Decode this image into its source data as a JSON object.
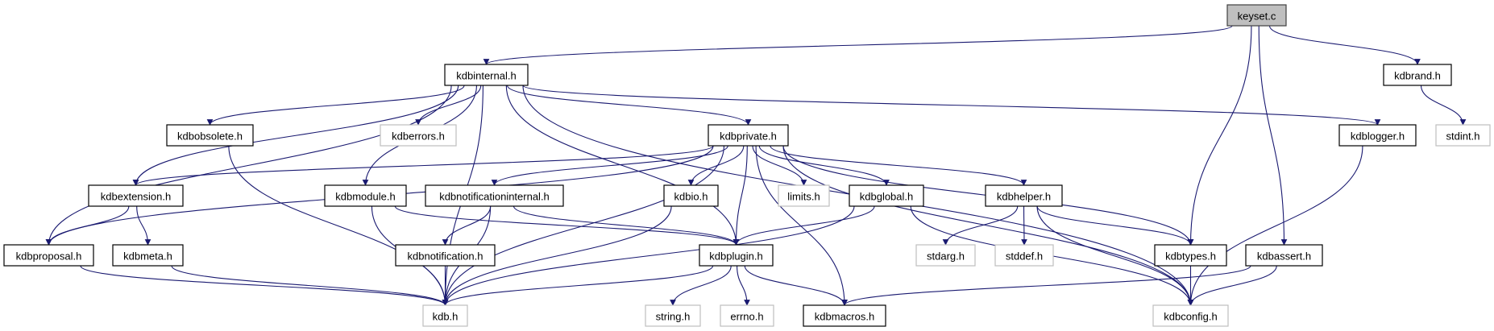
{
  "graph": {
    "edge_color": "#191970",
    "root_fill": "#bfbfbf",
    "external_border": "#bfbfbf",
    "nodes": [
      {
        "id": "keyset",
        "label": "keyset.c",
        "kind": "root"
      },
      {
        "id": "kdbinternal",
        "label": "kdbinternal.h",
        "kind": "doc"
      },
      {
        "id": "kdbrand",
        "label": "kdbrand.h",
        "kind": "doc"
      },
      {
        "id": "kdbobsolete",
        "label": "kdbobsolete.h",
        "kind": "doc"
      },
      {
        "id": "kdberrors",
        "label": "kdberrors.h",
        "kind": "ext"
      },
      {
        "id": "kdbprivate",
        "label": "kdbprivate.h",
        "kind": "doc"
      },
      {
        "id": "kdblogger",
        "label": "kdblogger.h",
        "kind": "doc"
      },
      {
        "id": "stdint",
        "label": "stdint.h",
        "kind": "ext"
      },
      {
        "id": "kdbextension",
        "label": "kdbextension.h",
        "kind": "doc"
      },
      {
        "id": "kdbmodule",
        "label": "kdbmodule.h",
        "kind": "doc"
      },
      {
        "id": "kdbnotificationinternal",
        "label": "kdbnotificationinternal.h",
        "kind": "doc"
      },
      {
        "id": "kdbio",
        "label": "kdbio.h",
        "kind": "doc"
      },
      {
        "id": "limits",
        "label": "limits.h",
        "kind": "ext"
      },
      {
        "id": "kdbglobal",
        "label": "kdbglobal.h",
        "kind": "doc"
      },
      {
        "id": "kdbhelper",
        "label": "kdbhelper.h",
        "kind": "doc"
      },
      {
        "id": "kdbproposal",
        "label": "kdbproposal.h",
        "kind": "doc"
      },
      {
        "id": "kdbmeta",
        "label": "kdbmeta.h",
        "kind": "doc"
      },
      {
        "id": "kdbnotification",
        "label": "kdbnotification.h",
        "kind": "doc"
      },
      {
        "id": "kdbplugin",
        "label": "kdbplugin.h",
        "kind": "doc"
      },
      {
        "id": "stdarg",
        "label": "stdarg.h",
        "kind": "ext"
      },
      {
        "id": "stddef",
        "label": "stddef.h",
        "kind": "ext"
      },
      {
        "id": "kdbtypes",
        "label": "kdbtypes.h",
        "kind": "doc"
      },
      {
        "id": "kdbassert",
        "label": "kdbassert.h",
        "kind": "doc"
      },
      {
        "id": "kdb",
        "label": "kdb.h",
        "kind": "ext"
      },
      {
        "id": "string",
        "label": "string.h",
        "kind": "ext"
      },
      {
        "id": "errno",
        "label": "errno.h",
        "kind": "ext"
      },
      {
        "id": "kdbmacros",
        "label": "kdbmacros.h",
        "kind": "doc"
      },
      {
        "id": "kdbconfig",
        "label": "kdbconfig.h",
        "kind": "ext"
      }
    ],
    "edges": [
      [
        "keyset",
        "kdbinternal"
      ],
      [
        "keyset",
        "kdbrand"
      ],
      [
        "keyset",
        "kdbtypes"
      ],
      [
        "keyset",
        "kdbassert"
      ],
      [
        "kdbrand",
        "stdint"
      ],
      [
        "kdbinternal",
        "kdbproposal"
      ],
      [
        "kdbinternal",
        "kdbextension"
      ],
      [
        "kdbinternal",
        "kdbobsolete"
      ],
      [
        "kdbinternal",
        "kdb"
      ],
      [
        "kdbinternal",
        "kdberrors"
      ],
      [
        "kdbinternal",
        "kdbmodule"
      ],
      [
        "kdbinternal",
        "kdbplugin"
      ],
      [
        "kdbinternal",
        "kdbprivate"
      ],
      [
        "kdbinternal",
        "kdblogger"
      ],
      [
        "kdbinternal",
        "kdbconfig"
      ],
      [
        "kdbobsolete",
        "kdb"
      ],
      [
        "kdbprivate",
        "kdbextension"
      ],
      [
        "kdbprivate",
        "kdbproposal"
      ],
      [
        "kdbprivate",
        "kdbnotificationinternal"
      ],
      [
        "kdbprivate",
        "kdb"
      ],
      [
        "kdbprivate",
        "kdbio"
      ],
      [
        "kdbprivate",
        "kdbplugin"
      ],
      [
        "kdbprivate",
        "limits"
      ],
      [
        "kdbprivate",
        "kdbglobal"
      ],
      [
        "kdbprivate",
        "kdbmacros"
      ],
      [
        "kdbprivate",
        "kdbhelper"
      ],
      [
        "kdbprivate",
        "kdbtypes"
      ],
      [
        "kdbprivate",
        "kdbconfig"
      ],
      [
        "kdblogger",
        "kdbconfig"
      ],
      [
        "kdbextension",
        "kdbproposal"
      ],
      [
        "kdbextension",
        "kdbmeta"
      ],
      [
        "kdbmodule",
        "kdb"
      ],
      [
        "kdbmodule",
        "kdbplugin"
      ],
      [
        "kdbnotificationinternal",
        "kdbnotification"
      ],
      [
        "kdbnotificationinternal",
        "kdb"
      ],
      [
        "kdbnotificationinternal",
        "kdbplugin"
      ],
      [
        "kdbio",
        "kdb"
      ],
      [
        "kdbglobal",
        "kdbplugin"
      ],
      [
        "kdbglobal",
        "kdb"
      ],
      [
        "kdbglobal",
        "kdbconfig"
      ],
      [
        "kdbhelper",
        "stdarg"
      ],
      [
        "kdbhelper",
        "stddef"
      ],
      [
        "kdbhelper",
        "kdbtypes"
      ],
      [
        "kdbhelper",
        "kdbconfig"
      ],
      [
        "kdbproposal",
        "kdb"
      ],
      [
        "kdbmeta",
        "kdb"
      ],
      [
        "kdbnotification",
        "kdb"
      ],
      [
        "kdbplugin",
        "kdb"
      ],
      [
        "kdbplugin",
        "string"
      ],
      [
        "kdbplugin",
        "errno"
      ],
      [
        "kdbplugin",
        "kdbmacros"
      ],
      [
        "kdbtypes",
        "kdbconfig"
      ],
      [
        "kdbassert",
        "kdbmacros"
      ],
      [
        "kdbassert",
        "kdbconfig"
      ]
    ]
  }
}
